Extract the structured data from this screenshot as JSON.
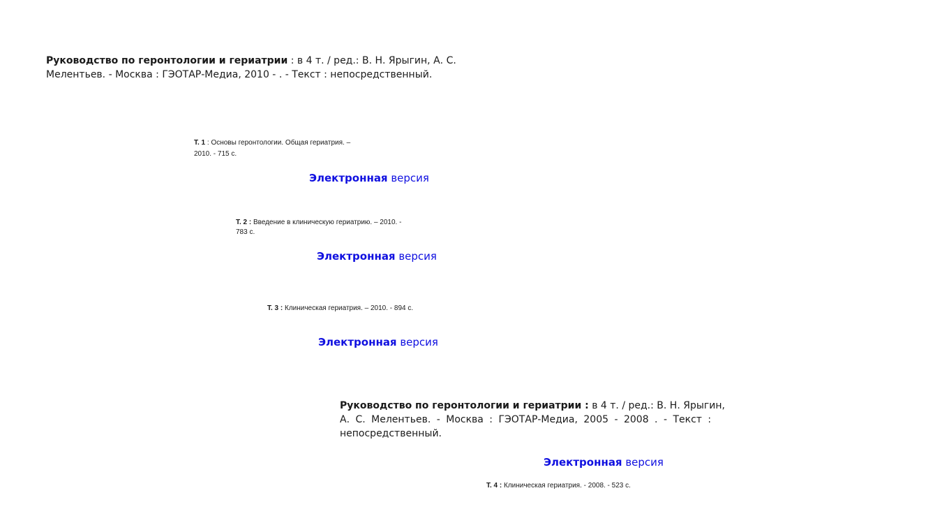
{
  "ref1": {
    "title": "Руководство по геронтологии и гериатрии",
    "line1_rest": " : в 4 т. / ред.: В. Н. Ярыгин, А. С.",
    "line2": "Мелентьев. - Москва : ГЭОТАР-Медиа, 2010 - . - Текст : непосредственный."
  },
  "vol1": {
    "label": "Т. 1",
    "text_line1": " : Основы геронтологии. Общая гериатрия. –",
    "text_line2": "2010. - 715 с.",
    "link_bold": "Электронная",
    "link_rest": " версия"
  },
  "vol2": {
    "label": "Т. 2 :",
    "text_line1": " Введение в клиническую гериатрию. – 2010. -",
    "text_line2": "783 с.",
    "link_bold": "Электронная",
    "link_rest": " версия"
  },
  "vol3": {
    "label": "Т. 3 :",
    "text": " Клиническая гериатрия. – 2010. - 894 с.",
    "link_bold": "Электронная",
    "link_rest": " версия"
  },
  "ref2": {
    "title": "Руководство по геронтологии и гериатрии :",
    "line1_rest": " в 4 т. / ред.: В. Н. Ярыгин,",
    "line2": "А. С. Мелентьев. - Москва : ГЭОТАР-Медиа, 2005 - 2008 . - Текст :",
    "line3": "непосредственный.",
    "link_bold": "Электронная",
    "link_rest": " версия"
  },
  "vol4": {
    "label": "Т. 4 :",
    "text": " Клиническая гериатрия. - 2008. - 523 с."
  }
}
